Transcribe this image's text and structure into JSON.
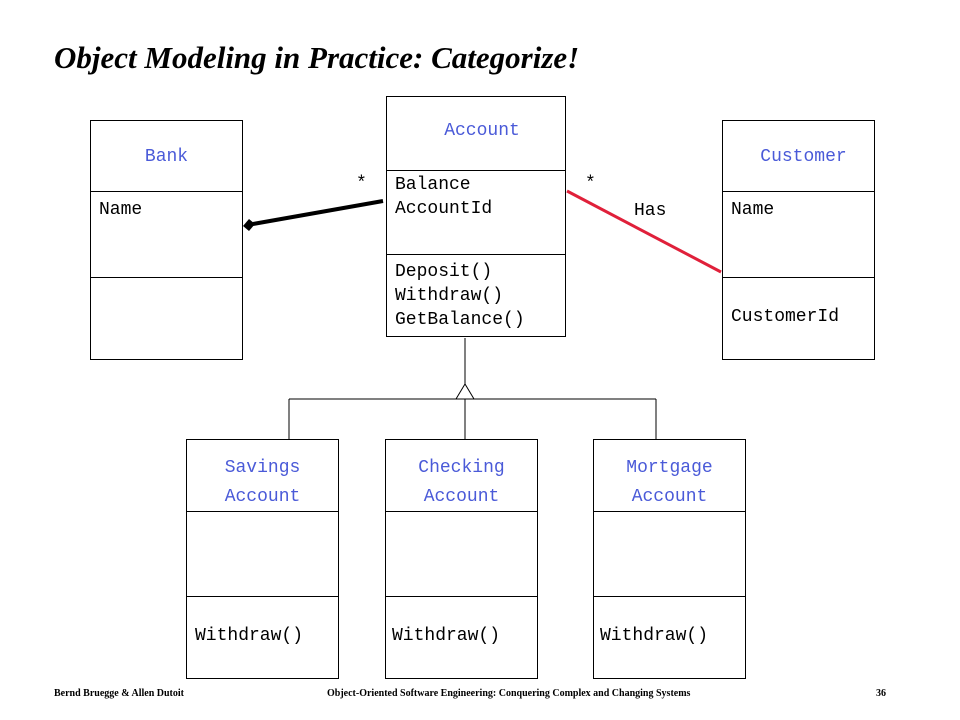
{
  "title": "Object Modeling in Practice: Categorize!",
  "classes": {
    "bank": {
      "name": "Bank",
      "attributes": [
        "Name"
      ],
      "operations": []
    },
    "account": {
      "name": "Account",
      "attributes": [
        "Balance",
        "AccountId"
      ],
      "operations": [
        "Deposit()",
        "Withdraw()",
        "GetBalance()"
      ]
    },
    "customer": {
      "name": "Customer",
      "attributes": [
        "Name"
      ],
      "operations": [
        "CustomerId"
      ]
    },
    "savings": {
      "name_line1": "Savings",
      "name_line2": "Account",
      "operations": [
        "Withdraw()"
      ]
    },
    "checking": {
      "name_line1": "Checking",
      "name_line2": "Account",
      "operations": [
        "Withdraw()"
      ]
    },
    "mortgage": {
      "name_line1": "Mortgage",
      "name_line2": "Account",
      "operations": [
        "Withdraw()"
      ]
    }
  },
  "associations": {
    "bank_account": {
      "multiplicity": "*",
      "color": "#000000"
    },
    "account_customer": {
      "multiplicity": "*",
      "label": "Has",
      "color": "#e0203a"
    }
  },
  "colors": {
    "class_name": "#4a5ad8"
  },
  "footer": {
    "authors": "Bernd Bruegge & Allen Dutoit",
    "book": "Object-Oriented Software Engineering: Conquering Complex and Changing Systems",
    "page": "36"
  }
}
